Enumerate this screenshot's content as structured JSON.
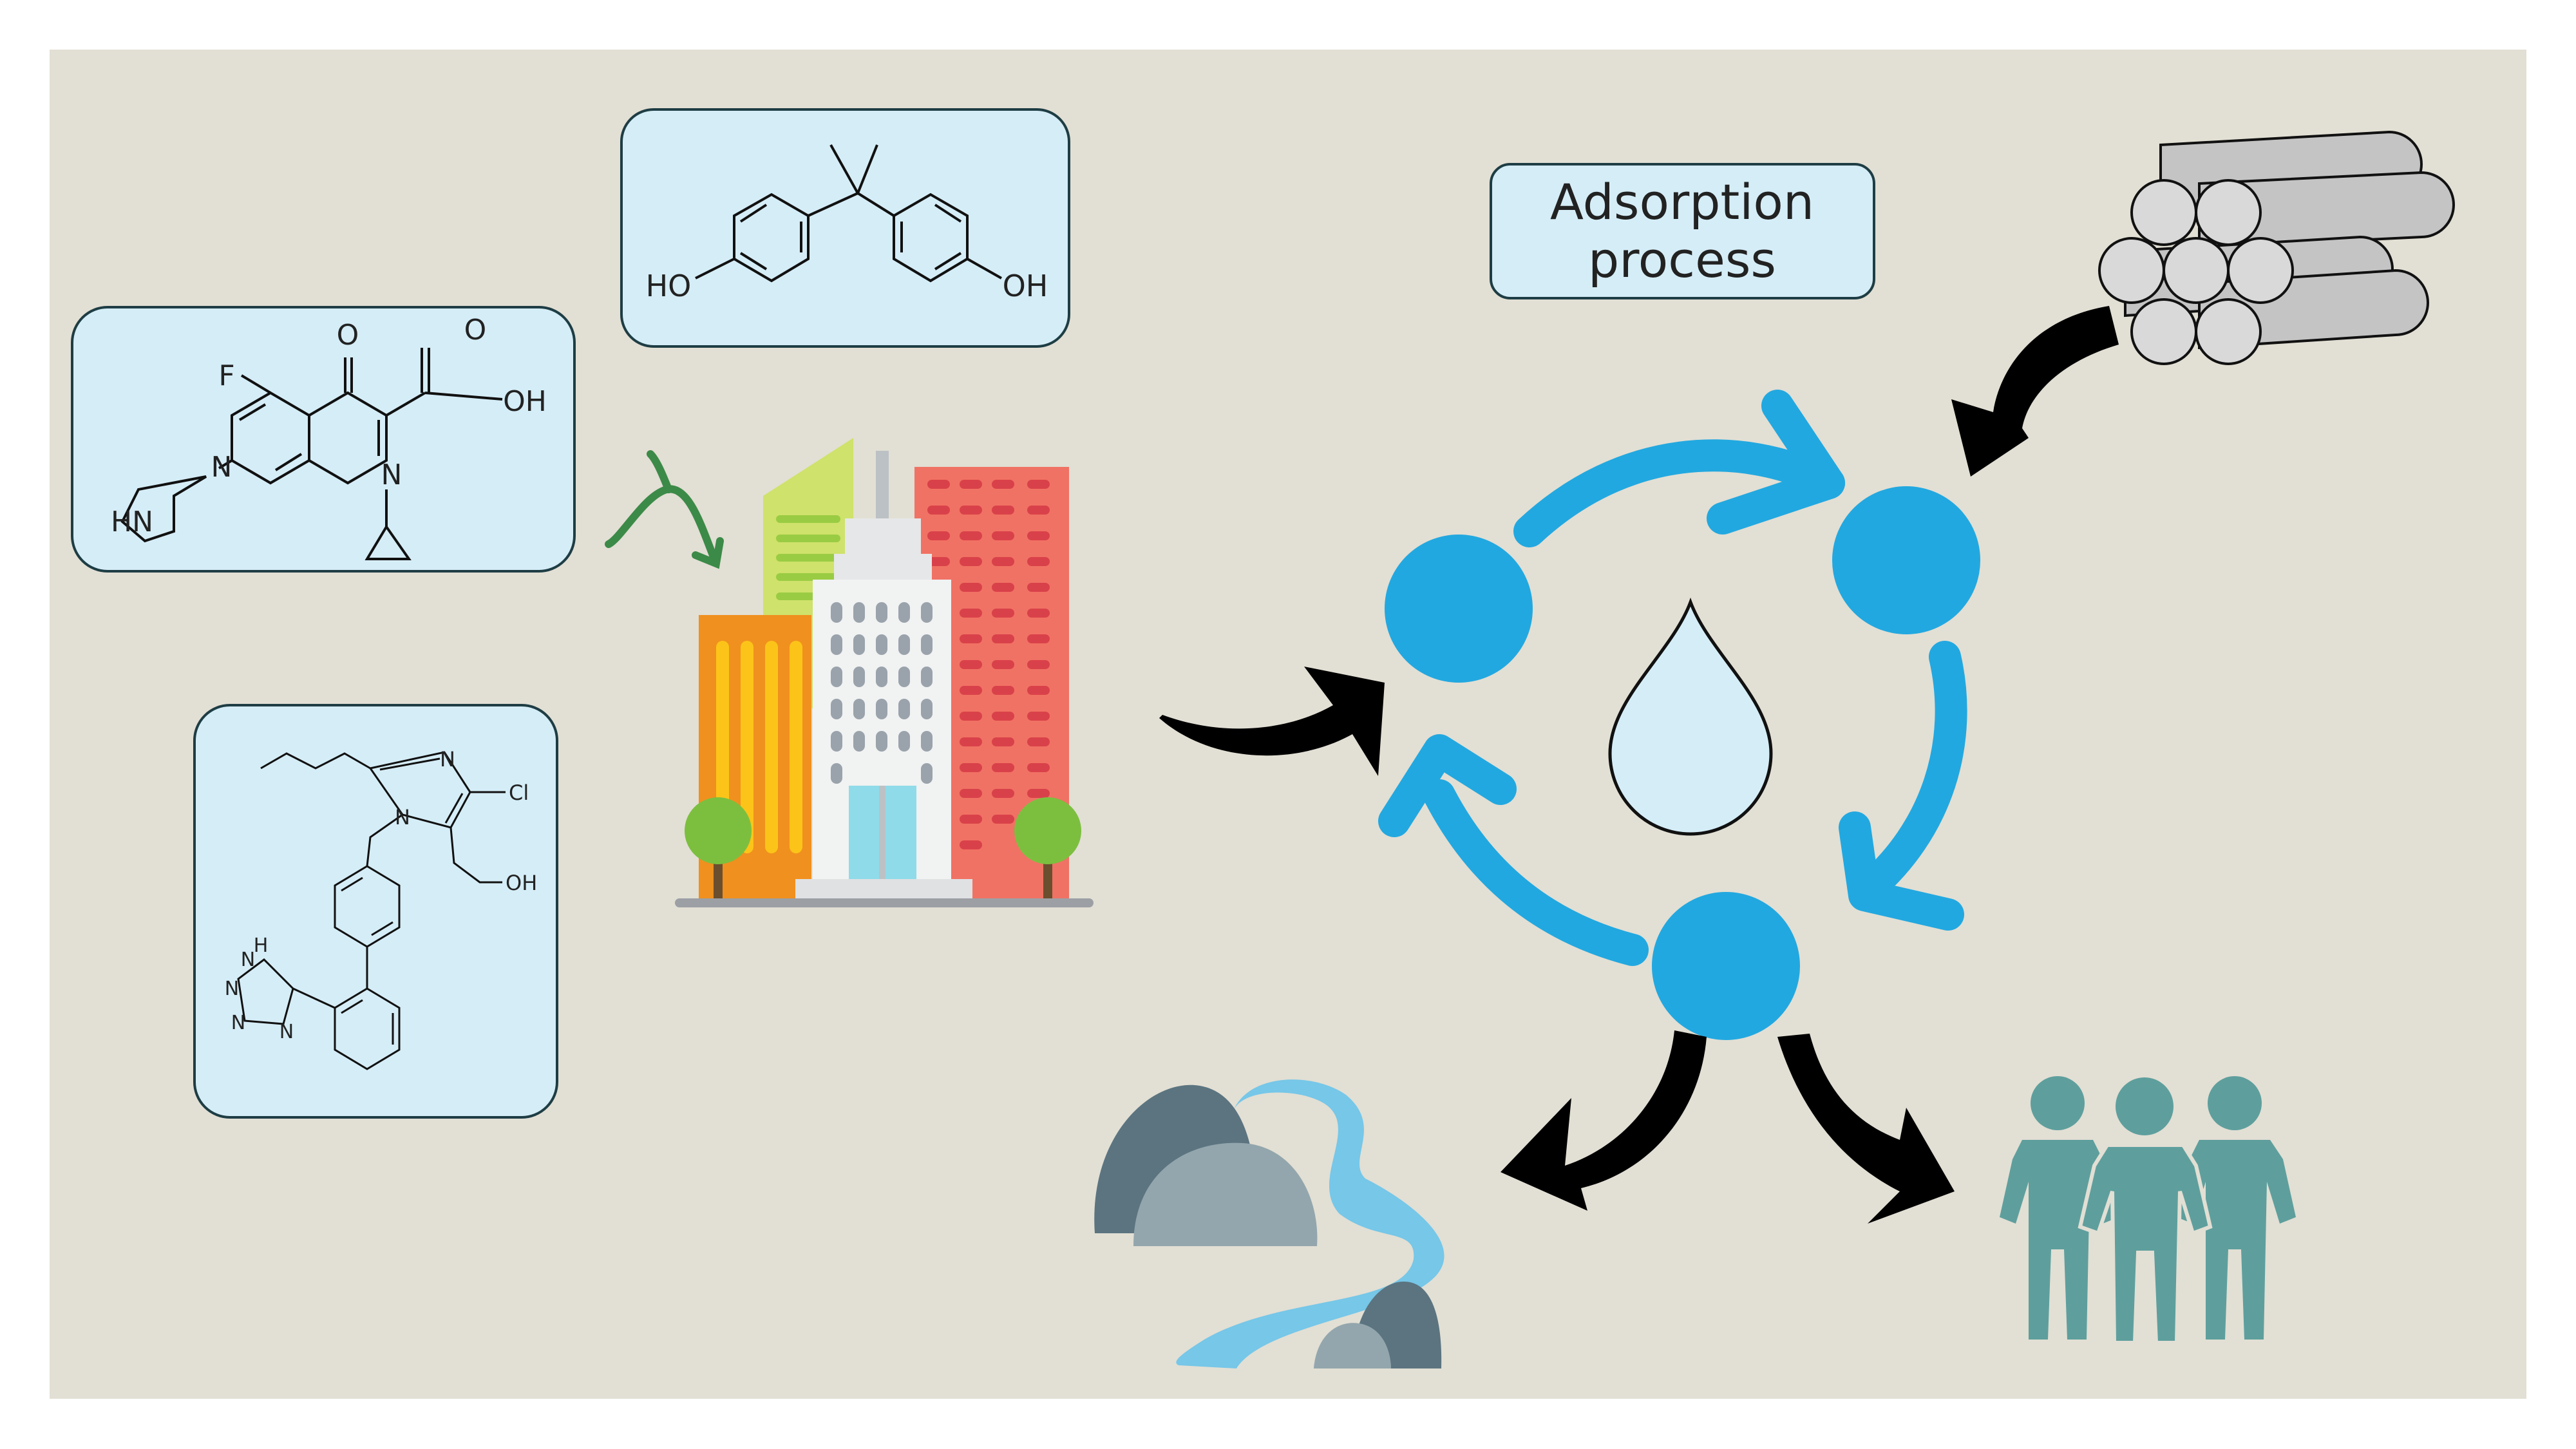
{
  "colors": {
    "panel_bg": "#e2dfd4",
    "box_fill": "#d5edf7",
    "box_stroke": "#1e3d44",
    "cycle_blue": "#22a8e0",
    "drop_fill": "#d5edf7",
    "arrow_black": "#000000",
    "people": "#5e9f9d",
    "river": "#76c7e8",
    "rock_dark": "#5b7480",
    "rock_light": "#93a6ad",
    "tube": "#c4c4c4",
    "city_orange": "#f0901e",
    "city_red": "#f07264",
    "city_lime": "#cfe26b",
    "city_white": "#f1f2f2",
    "tree": "#7cbf3f",
    "green_arrow": "#3c8a48"
  },
  "title_box": {
    "line1": "Adsorption",
    "line2": "process"
  },
  "molecules": {
    "bpa": {
      "left_oh": "HO",
      "right_oh": "OH"
    },
    "cipro": {
      "f": "F",
      "o": "O",
      "acid_o": "O",
      "oh": "OH",
      "n1": "N",
      "n2": "N",
      "hn": "HN"
    },
    "losartan": {
      "cl": "Cl",
      "n_ring": "N",
      "n_ring2": "N",
      "oh": "OH",
      "nh": "H",
      "tz_n1": "N",
      "tz_n2": "N",
      "tz_n3": "N",
      "tz_n4": "N"
    }
  },
  "icons": {
    "city": "city-buildings-icon",
    "tubes": "nanotubes-bundle-icon",
    "drop": "water-drop-icon",
    "river": "river-landscape-icon",
    "people": "people-group-icon",
    "curved_arrow": "curved-arrow-icon"
  }
}
